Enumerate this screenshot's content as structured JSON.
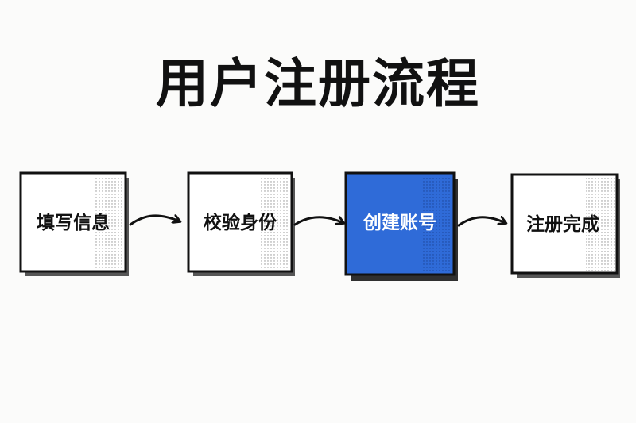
{
  "title": "用户注册流程",
  "steps": [
    {
      "label": "填写信息",
      "highlighted": false
    },
    {
      "label": "校验身份",
      "highlighted": false
    },
    {
      "label": "创建账号",
      "highlighted": true
    },
    {
      "label": "注册完成",
      "highlighted": false
    }
  ],
  "colors": {
    "ink": "#111111",
    "box_fill": "#ffffff",
    "highlight_fill": "#2f6bd8",
    "highlight_text": "#ffffff",
    "background": "#fbfbfa"
  }
}
